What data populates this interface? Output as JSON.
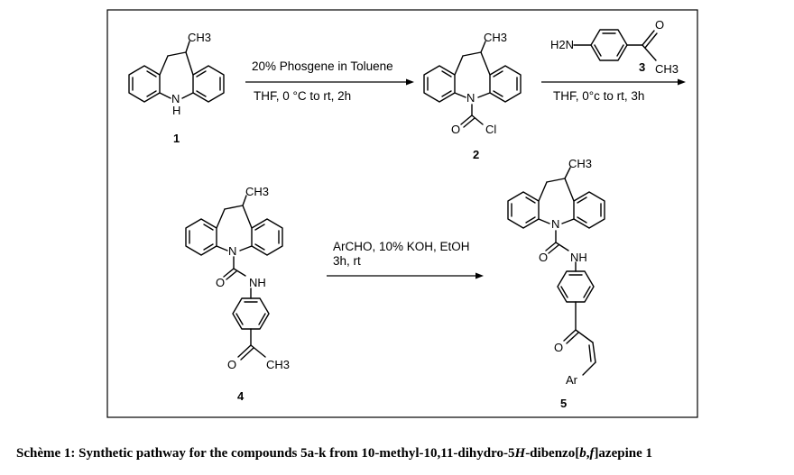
{
  "compounds": {
    "c1": {
      "number": "1",
      "ch3": "CH3",
      "nh": "N",
      "nh_h": "H"
    },
    "c2": {
      "number": "2",
      "ch3": "CH3",
      "n": "N",
      "o": "O",
      "cl": "Cl"
    },
    "c3": {
      "number": "3",
      "h2n": "H2N",
      "o": "O",
      "ch3": "CH3"
    },
    "c4": {
      "number": "4",
      "ch3_top": "CH3",
      "n": "N",
      "o_amide": "O",
      "nh": "NH",
      "o_ketone": "O",
      "ch3_ketone": "CH3"
    },
    "c5": {
      "number": "5",
      "ch3_top": "CH3",
      "n": "N",
      "o_amide": "O",
      "nh": "NH",
      "o_enone": "O",
      "ar": "Ar"
    }
  },
  "reactions": {
    "step1": {
      "above": "20% Phosgene in Toluene",
      "below": "THF, 0 °C to rt, 2h"
    },
    "step2": {
      "below": "THF, 0°c to rt, 3h"
    },
    "step3": {
      "line1": "ArCHO, 10% KOH, EtOH",
      "line2": "3h, rt"
    }
  },
  "caption": {
    "prefix": "Schème 1: Synthetic pathway for the compounds 5a-k from 10-methyl-10,11-dihydro-5",
    "h_italic": "H",
    "mid": "-dibenzo[",
    "b_italic": "b",
    "comma": ",",
    "f_italic": "f",
    "suffix": "]azepine 1"
  }
}
